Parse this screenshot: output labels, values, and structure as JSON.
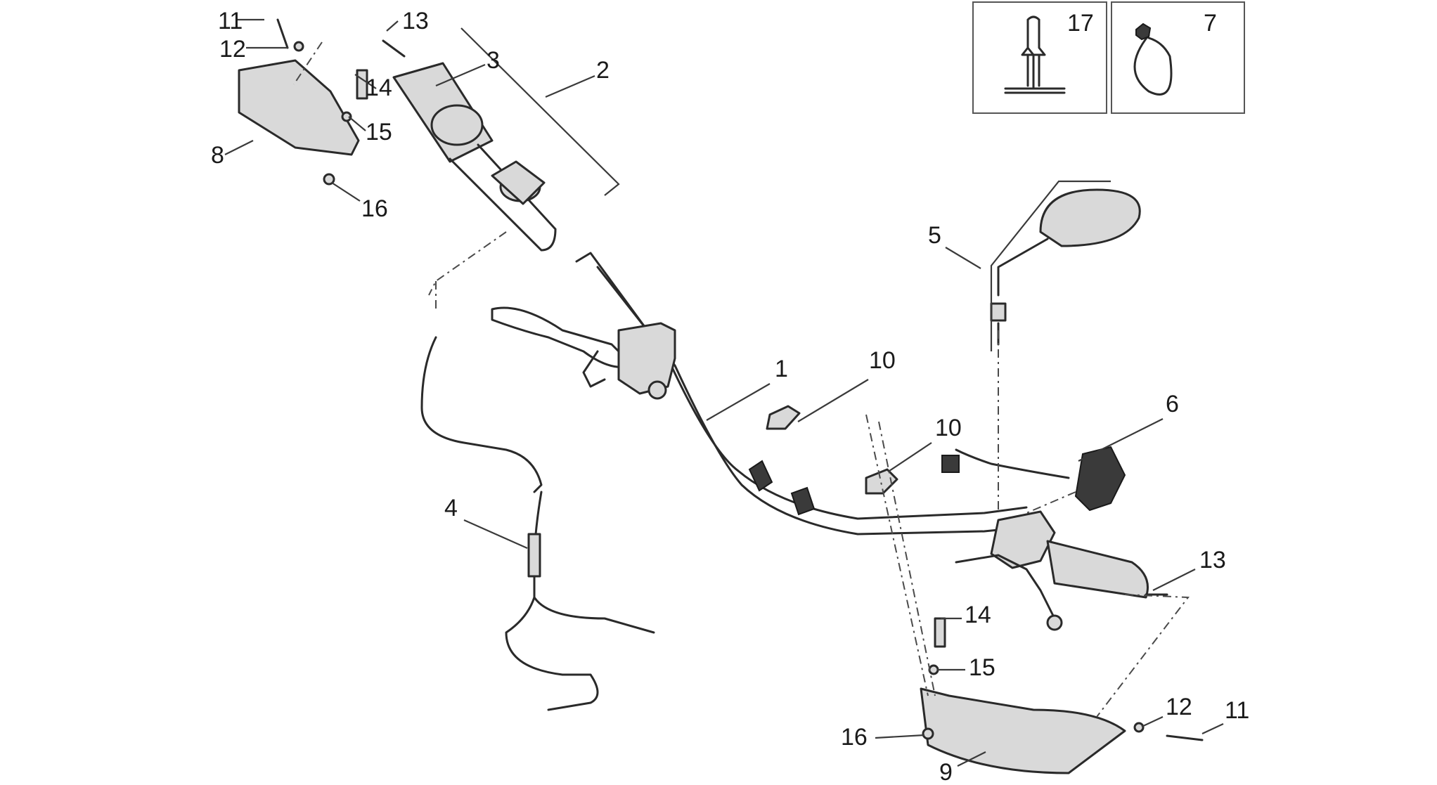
{
  "callouts": {
    "c1": "1",
    "c2": "2",
    "c3": "3",
    "c4": "4",
    "c5": "5",
    "c6": "6",
    "c7": "7",
    "c8": "8",
    "c9": "9",
    "c10a": "10",
    "c10b": "10",
    "c11a": "11",
    "c11b": "11",
    "c12a": "12",
    "c12b": "12",
    "c13a": "13",
    "c13b": "13",
    "c14a": "14",
    "c14b": "14",
    "c15a": "15",
    "c15b": "15",
    "c16a": "16",
    "c16b": "16",
    "c17": "17"
  },
  "colors": {
    "line": "#2a2a2a",
    "fill": "#d9d9d9",
    "background": "#ffffff"
  }
}
